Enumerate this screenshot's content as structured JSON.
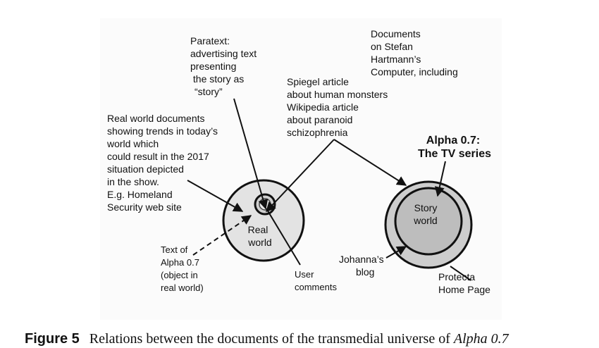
{
  "colors": {
    "outer_circle": "#e3e3e3",
    "story_outer": "#cdcdcd",
    "story_inner": "#bdbdbd",
    "ink": "#111111",
    "panel_bg": "#fbfbfb"
  },
  "labels": {
    "paratext": [
      "Paratext:",
      "advertising text",
      "presenting",
      " the story as",
      "“story”"
    ],
    "documents": [
      "Documents",
      "on Stefan",
      "Hartmann’s",
      "Computer, including"
    ],
    "spiegel": [
      "Spiegel article",
      "about human monsters",
      "Wikipedia article",
      "about paranoid",
      "schizophrenia"
    ],
    "real_world_docs": [
      "Real world documents",
      "showing trends in today’s",
      "world which",
      "could result in the 2017",
      "situation depicted",
      "in the show.",
      "E.g. Homeland",
      "Security web site"
    ],
    "alpha_title": [
      "Alpha 0.7:",
      "The TV series"
    ],
    "story_world": [
      "Story",
      "world"
    ],
    "real_world": [
      "Real",
      "world"
    ],
    "text_of_alpha": [
      "Text of",
      "Alpha 0.7",
      "(object in",
      "real world)"
    ],
    "user_comments": [
      "User",
      "comments"
    ],
    "johannas_blog": [
      "Johanna’s",
      "blog"
    ],
    "protecta": [
      "Protecta",
      "Home Page"
    ]
  },
  "caption": {
    "label": "Figure 5",
    "text": "Relations between the documents of the transmedial universe of ",
    "italic": "Alpha 0.7"
  }
}
